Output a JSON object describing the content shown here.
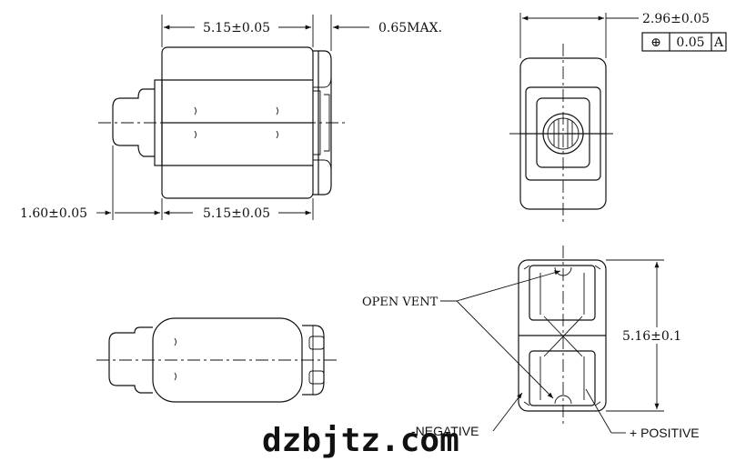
{
  "dimensions": {
    "top_length": "5.15±0.05",
    "max_offset": "0.65MAX.",
    "width": "2.96±0.05",
    "left_lead": "1.60±0.05",
    "bottom_length": "5.15±0.05",
    "height": "5.16±0.1"
  },
  "tolerance_frame": {
    "symbol": "⊕",
    "value": "0.05",
    "datum": "A"
  },
  "labels": {
    "open_vent": "OPEN VENT",
    "negative": "-NEGATIVE",
    "positive": "+ POSITIVE"
  },
  "watermark": "dzbjtz.com"
}
